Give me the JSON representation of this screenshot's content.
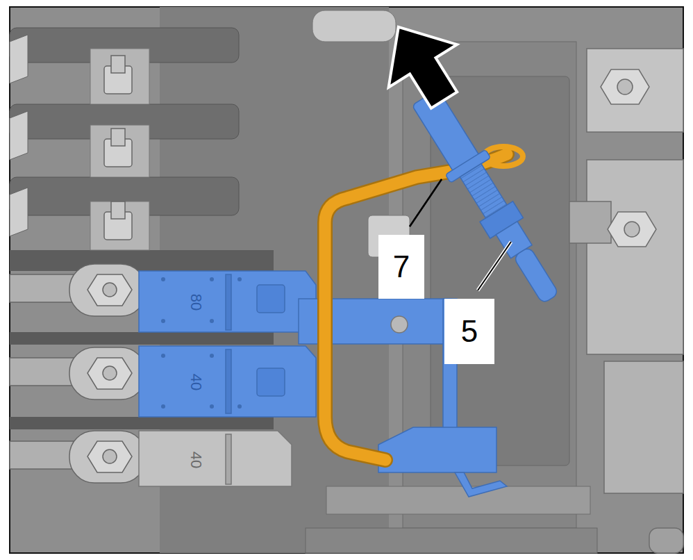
{
  "diagram": {
    "labels": [
      "7",
      "5",
      "80",
      "40",
      "40"
    ]
  }
}
